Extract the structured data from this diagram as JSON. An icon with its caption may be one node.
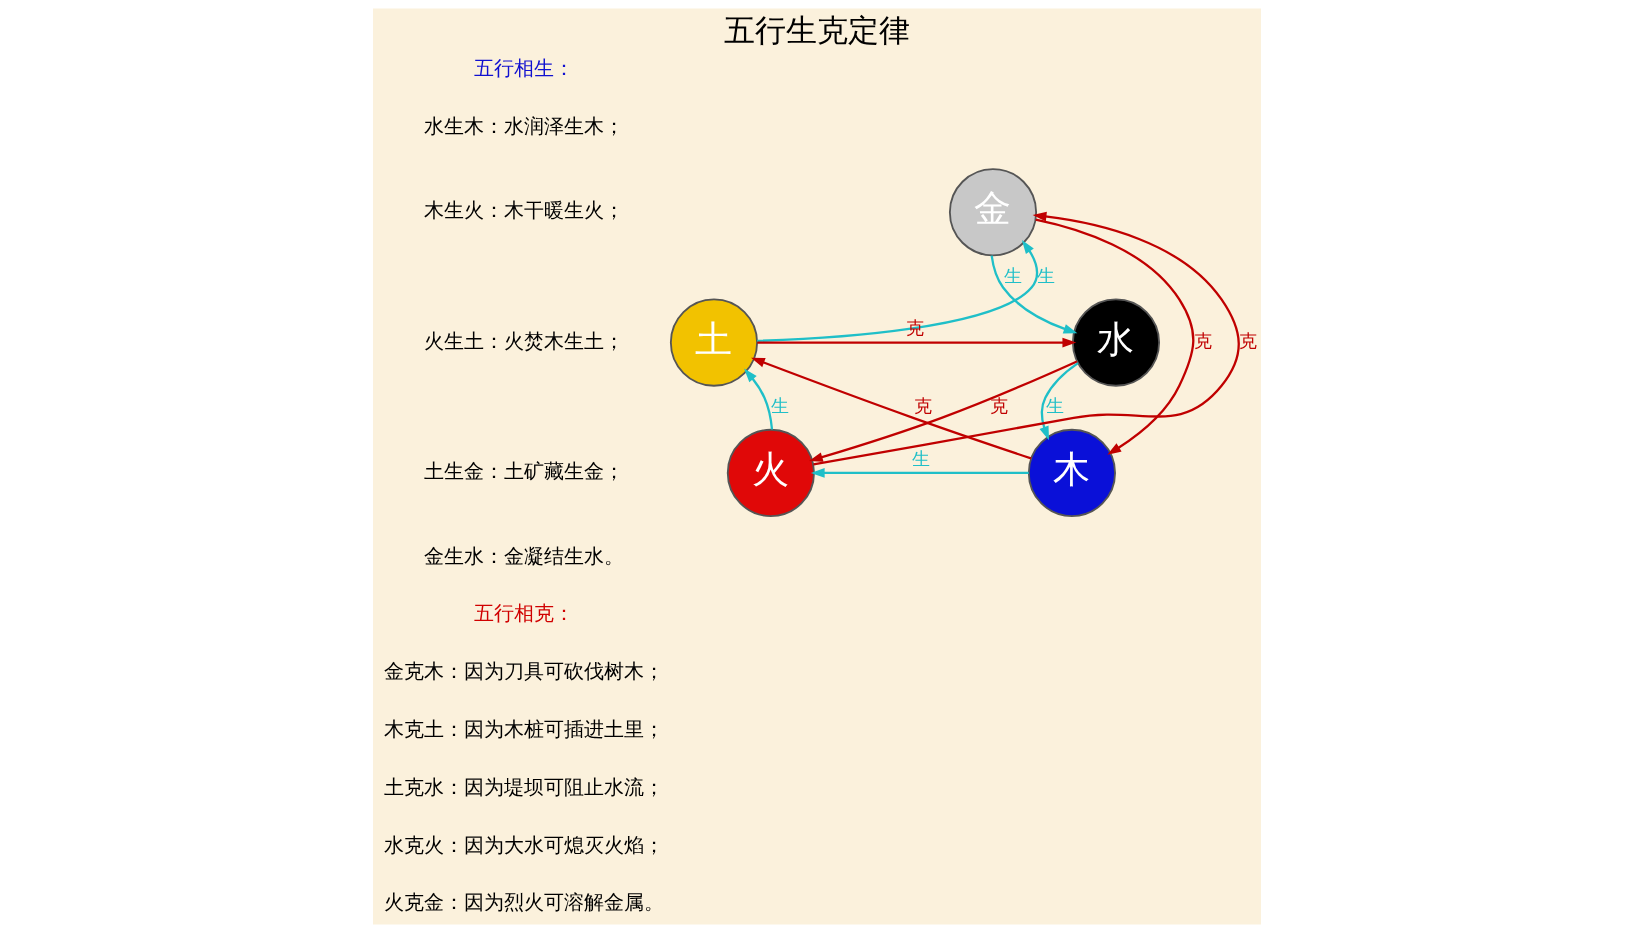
{
  "diagram": {
    "title": "五行生克定律",
    "nodes": [
      {
        "text": [
          "金"
        ]
      },
      {
        "text": [
          "水"
        ]
      },
      {
        "text": [
          "木"
        ]
      },
      {
        "text": [
          "火"
        ]
      },
      {
        "text": [
          "土"
        ]
      }
    ],
    "edges": [
      {
        "from": 4,
        "to": 0,
        "arrow": "to",
        "label": "生",
        "color": "#1fbfc8"
      },
      {
        "from": 0,
        "to": 1,
        "arrow": "to",
        "label": "生",
        "color": "#1fbfc8"
      },
      {
        "from": 1,
        "to": 2,
        "arrow": "to",
        "label": "生",
        "color": "#1fbfc8"
      },
      {
        "from": 2,
        "to": 3,
        "arrow": "to",
        "label": "生",
        "color": "#1fbfc8"
      },
      {
        "from": 3,
        "to": 4,
        "arrow": "to",
        "label": "生",
        "color": "#1fbfc8"
      },
      {
        "from": 0,
        "to": 2,
        "arrow": "to",
        "label": "克",
        "color": "#c00000"
      },
      {
        "from": 2,
        "to": 4,
        "arrow": "to",
        "label": "克",
        "color": "#c00000"
      },
      {
        "from": 4,
        "to": 1,
        "arrow": "to",
        "label": "克",
        "color": "#c00000"
      },
      {
        "from": 1,
        "to": 3,
        "arrow": "to",
        "label": "克",
        "color": "#c00000"
      },
      {
        "from": 3,
        "to": 0,
        "arrow": "to",
        "label": "克",
        "color": "#c00000"
      }
    ],
    "labels": [
      "五行相生：",
      "水生木：水润泽生木；",
      "木生火：木干暖生火；",
      "火生土：火焚木生土；",
      "土生金：土矿藏生金；",
      "金生水：金凝结生水。",
      "五行相克：",
      "金克木：因为刀具可砍伐树木；",
      "木克土：因为木桩可插进土里；",
      "土克水：因为堤坝可阻止水流；",
      "水克火：因为大水可熄灭火焰；",
      "火克金：因为烈火可溶解金属。"
    ]
  }
}
